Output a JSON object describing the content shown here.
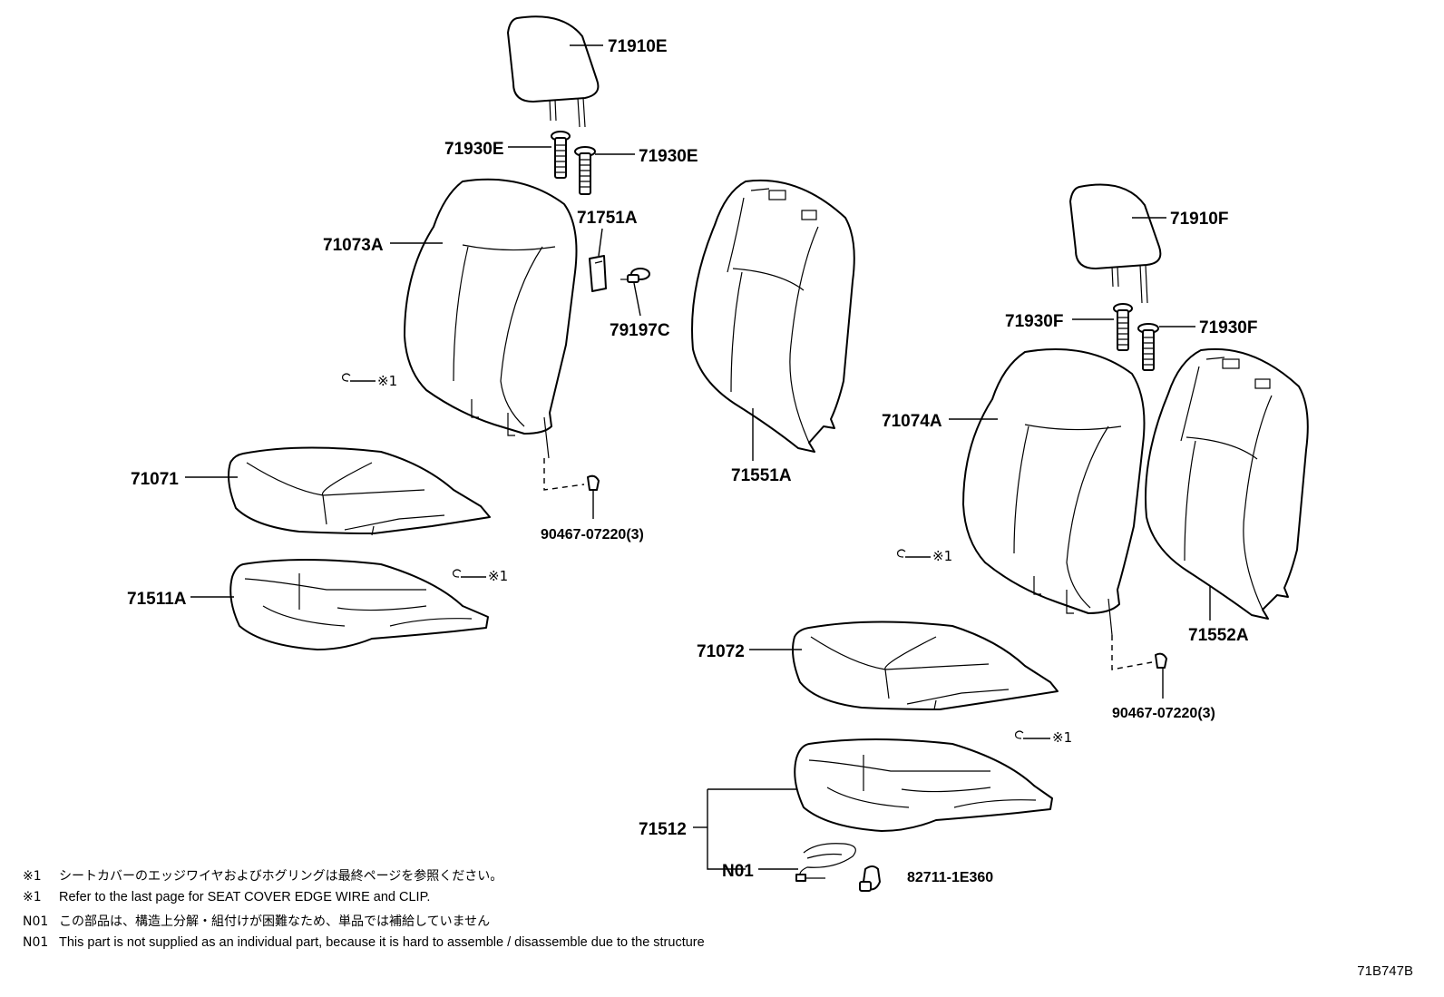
{
  "labels": {
    "headrest_left": "71910E",
    "support_left_a": "71930E",
    "support_left_b": "71930E",
    "cover_back_left": "71073A",
    "bracket_71751": "71751A",
    "clip_79197": "79197C",
    "pad_back_left": "71551A",
    "cover_cushion_left": "71071",
    "bolt_left": "90467-07220(3)",
    "pad_cushion_left": "71511A",
    "headrest_right": "71910F",
    "support_right_a": "71930F",
    "support_right_b": "71930F",
    "cover_back_right": "71074A",
    "pad_back_right": "71552A",
    "cover_cushion_right": "71072",
    "bolt_right": "90467-07220(3)",
    "pad_cushion_right": "71512",
    "n01": "N01",
    "connector": "82711-1E360"
  },
  "wire_marks": {
    "mark_1": "※1",
    "mark_2": "※1",
    "mark_3": "※1",
    "mark_4": "※1"
  },
  "notes": [
    {
      "mark": "※1",
      "text": "シートカバーのエッジワイヤおよびホグリングは最終ページを参照ください。"
    },
    {
      "mark": "※1",
      "text": "Refer to the last page for SEAT COVER EDGE WIRE and CLIP."
    },
    {
      "mark": "N01",
      "text": "この部品は、構造上分解・組付けが困難なため、単品では補給していません"
    },
    {
      "mark": "N01",
      "text": "This part is not supplied as an individual part, because it is hard to assemble / disassemble due to the structure"
    }
  ],
  "reference_code": "71B747B"
}
